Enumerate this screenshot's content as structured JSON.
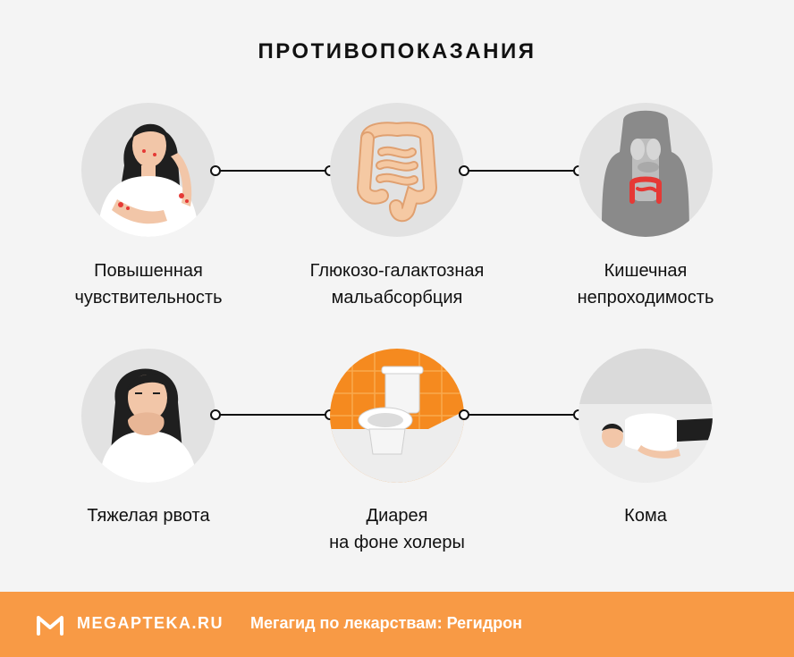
{
  "title": "ПРОТИВОПОКАЗАНИЯ",
  "items": [
    {
      "label_line1": "Повышенная",
      "label_line2": "чувствительность",
      "icon": "allergic-woman-icon"
    },
    {
      "label_line1": "Глюкозо-галактозная",
      "label_line2": "мальабсорбция",
      "icon": "intestines-icon"
    },
    {
      "label_line1": "Кишечная",
      "label_line2": "непроходимость",
      "icon": "body-organs-icon"
    },
    {
      "label_line1": "Тяжелая рвота",
      "label_line2": "",
      "icon": "nauseous-woman-icon"
    },
    {
      "label_line1": "Диарея",
      "label_line2": "на фоне холеры",
      "icon": "toilet-icon"
    },
    {
      "label_line1": "Кома",
      "label_line2": "",
      "icon": "lying-person-icon"
    }
  ],
  "footer": {
    "brand": "MEGAPTEKA.RU",
    "tagline": "Мегагид по лекарствам: Регидрон"
  },
  "colors": {
    "accent": "#f89a45",
    "circle_bg": "#e2e2e2",
    "background": "#f4f4f4",
    "intestine": "#f5c9a3",
    "highlight_red": "#e53935"
  }
}
